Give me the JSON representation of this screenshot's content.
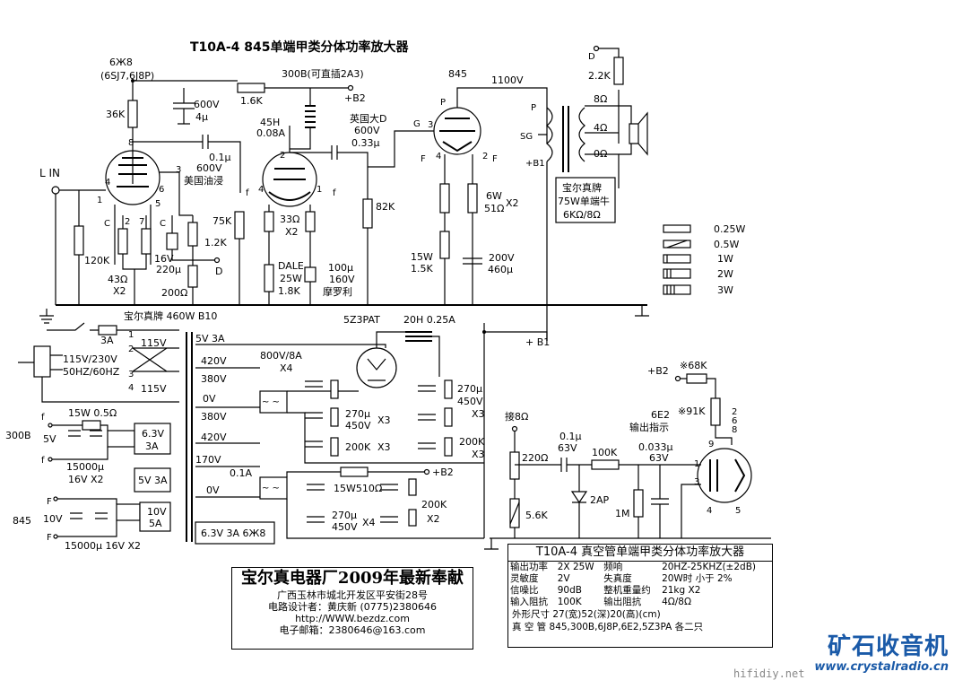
{
  "title": "T10A-4    845单端甲类分体功率放大器",
  "labels": {
    "tube1": "6Ж8",
    "tube1_alt": "(6SJ7,6J8P)",
    "r36k": "36K",
    "c600v": "600V",
    "c4u": "4μ",
    "r16k": "1.6K",
    "b2_top": "300B(可直插2A3)",
    "b2_label": "+B2",
    "choke45h": "45H",
    "choke_a": "0.08A",
    "tube845": "845",
    "hv": "1100V",
    "r22k": "2.2K",
    "d_top": "D",
    "ohm8": "8Ω",
    "ohm4": "4Ω",
    "ohm0": "0Ω",
    "p_lbl": "P",
    "sg_lbl": "SG",
    "b1_lbl": "+B1",
    "c01u": "0.1μ",
    "c01u_v": "600V",
    "oil_cap": "美国油浸",
    "uk_cap": "英国大D",
    "uk_cap_v": "600V",
    "uk_cap_c": "0.33μ",
    "lin": "L IN",
    "r120k": "120K",
    "r43": "43Ω",
    "x2a": "X2",
    "c16v": "16V",
    "c220u": "220μ",
    "r12k": "1.2K",
    "d_mid": "D",
    "r200": "200Ω",
    "r75k": "75K",
    "r33": "33Ω",
    "x2b": "X2",
    "dale": "DALE",
    "dale_w": "25W",
    "dale_r": "1.8K",
    "c100u": "100μ",
    "c160v": "160V",
    "motorola": "摩罗利",
    "r82k": "82K",
    "r6w": "6W",
    "r51": "51Ω",
    "x2c": "X2",
    "r15w": "15W",
    "r15k": "1.5K",
    "c200v": "200V",
    "c460u": "460μ",
    "leg_025": "0.25W",
    "leg_05": "0.5W",
    "leg_1": "1W",
    "leg_2": "2W",
    "leg_3": "3W",
    "brand_box1": "宝尔真牌",
    "brand_box2": "75W单端牛",
    "brand_box3": "6KΩ/8Ω",
    "pt_brand": "宝尔真牌 460W B10",
    "fuse": "3A",
    "pri1": "115V",
    "pri2": "115V",
    "mains1": "115V/230V",
    "mains2": "50HZ/60HZ",
    "s5v3a": "5V 3A",
    "s420": "420V",
    "s380a": "380V",
    "s0v": "0V",
    "s380b": "380V",
    "s420b": "420V",
    "bridge_hv": "800V/8A",
    "x4a": "X4",
    "c270a": "270μ",
    "c450a": "450V",
    "x3a": "X3",
    "r200ka": "200K",
    "x3b": "X3",
    "rect": "5Z3PAT",
    "choke20h": "20H  0.25A",
    "c270b": "270μ",
    "c450b": "450V",
    "x3c": "X3",
    "r200kb": "200K",
    "x3d": "X3",
    "b1_mid": "+ B1",
    "lab300b": "300B",
    "r15w05": "15W 0.5Ω",
    "v5": "5V",
    "s63v": "6.3V",
    "s3a": "3A",
    "c15000": "15000μ",
    "c16vx2": "16V X2",
    "s5v3a_b": "5V 3A",
    "s170": "170V",
    "s01a": "0.1A",
    "s0v_b": "0V",
    "r15w510": "15W510Ω",
    "b2_mid": "+B2",
    "c270c": "270μ",
    "c450c": "450V",
    "x4b": "X4",
    "r200kc": "200K",
    "x2d": "X2",
    "lab845": "845",
    "v10": "10V",
    "s10v": "10V",
    "s5a": "5A",
    "c15000b": "15000μ 16V X2",
    "s63_6j8": "6.3V  3A 6Ж8",
    "f1": "f",
    "f2": "f",
    "ff1": "F",
    "ff2": "F",
    "tap8": "接8Ω",
    "r220": "220Ω",
    "r56k": "5.6K",
    "c01u63": "0.1μ",
    "c63v": "63V",
    "r100k": "100K",
    "c0033": "0.033μ",
    "c63vb": "63V",
    "d2ap": "2AP",
    "r1m": "1M",
    "b2_ind": "+B2",
    "r68k": "※68K",
    "r91k": "※91K",
    "tube6e2": "6E2",
    "ind_lbl": "输出指示"
  },
  "footer": {
    "company": "宝尔真电器厂2009年最新奉献",
    "addr": "广西玉林市城北开发区平安街28号",
    "designer": "电路设计者：黄庆新    (0775)2380646",
    "web": "http://WWW.bezdz.com",
    "email": "电子邮箱：2380646@163.com"
  },
  "specs": {
    "heading": "T10A-4  真空管单端甲类分体功率放大器",
    "rows": [
      [
        "输出功率",
        "2X 25W",
        "频响",
        "20HZ-25KHZ(±2dB)"
      ],
      [
        "灵敏度",
        "2V",
        "失真度",
        "20W时 小于 2%"
      ],
      [
        "信噪比",
        "90dB",
        "整机重量约",
        "21kg  X2"
      ],
      [
        "输入阻抗",
        "100K",
        "输出阻抗",
        "4Ω/8Ω"
      ]
    ],
    "size": "外形尺寸   27(宽)52(深)20(高)(cm)",
    "tubes": "真 空 管   845,300B,6J8P,6E2,5Z3PA 各二只"
  },
  "logo": {
    "cn": "矿石收音机",
    "url": "www.crystalradio.cn"
  },
  "watermark": "hifidiy.net"
}
